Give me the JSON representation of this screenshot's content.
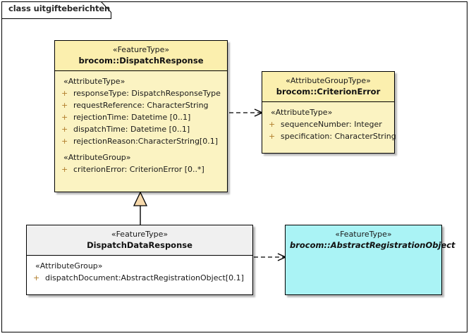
{
  "diagram": {
    "frame_title": "class uitgifteberichten",
    "visibility_public": "+"
  },
  "classes": {
    "dispatch_response": {
      "stereotype": "«FeatureType»",
      "name": "brocom::DispatchResponse",
      "groups": [
        {
          "label": "«AttributeType»",
          "attributes": [
            "responseType: DispatchResponseType",
            "requestReference: CharacterString",
            "rejectionTime: Datetime [0..1]",
            "dispatchTime: Datetime [0..1]",
            "rejectionReason:CharacterString[0.1]"
          ]
        },
        {
          "label": "«AttributeGroup»",
          "attributes": [
            "criterionError: CriterionError [0..*]"
          ]
        }
      ]
    },
    "criterion_error": {
      "stereotype": "«AttributeGroupType»",
      "name": "brocom::CriterionError",
      "groups": [
        {
          "label": "«AttributeType»",
          "attributes": [
            "sequenceNumber: Integer",
            "specification: CharacterString"
          ]
        }
      ]
    },
    "dispatch_data_response": {
      "stereotype": "«FeatureType»",
      "name": "DispatchDataResponse",
      "groups": [
        {
          "label": "«AttributeGroup»",
          "attributes": [
            "dispatchDocument:AbstractRegistrationObject[0.1]"
          ]
        }
      ]
    },
    "abstract_registration_object": {
      "stereotype": "«FeatureType»",
      "name": "brocom::AbstractRegistrationObject",
      "groups": []
    }
  },
  "connectors": [
    {
      "name": "dispatchresponse-to-criterionerror",
      "type": "dependency",
      "style": "dashed-open-arrow",
      "source": "brocom::DispatchResponse",
      "target": "brocom::CriterionError"
    },
    {
      "name": "dispatchdataresponse-to-dispatchresponse",
      "type": "generalization",
      "style": "solid-hollow-triangle",
      "source": "DispatchDataResponse",
      "target": "brocom::DispatchResponse"
    },
    {
      "name": "dispatchdataresponse-to-abstractregistrationobject",
      "type": "dependency",
      "style": "dashed-open-arrow",
      "source": "DispatchDataResponse",
      "target": "brocom::AbstractRegistrationObject"
    }
  ],
  "colors": {
    "feature_type_fill": "#fbf3c2",
    "feature_type_header": "#fbefae",
    "abstract_fill": "#aaf3f5",
    "plain_header": "#f0f0f0",
    "generalization_triangle": "#f7d9ab",
    "line": "#000000"
  }
}
